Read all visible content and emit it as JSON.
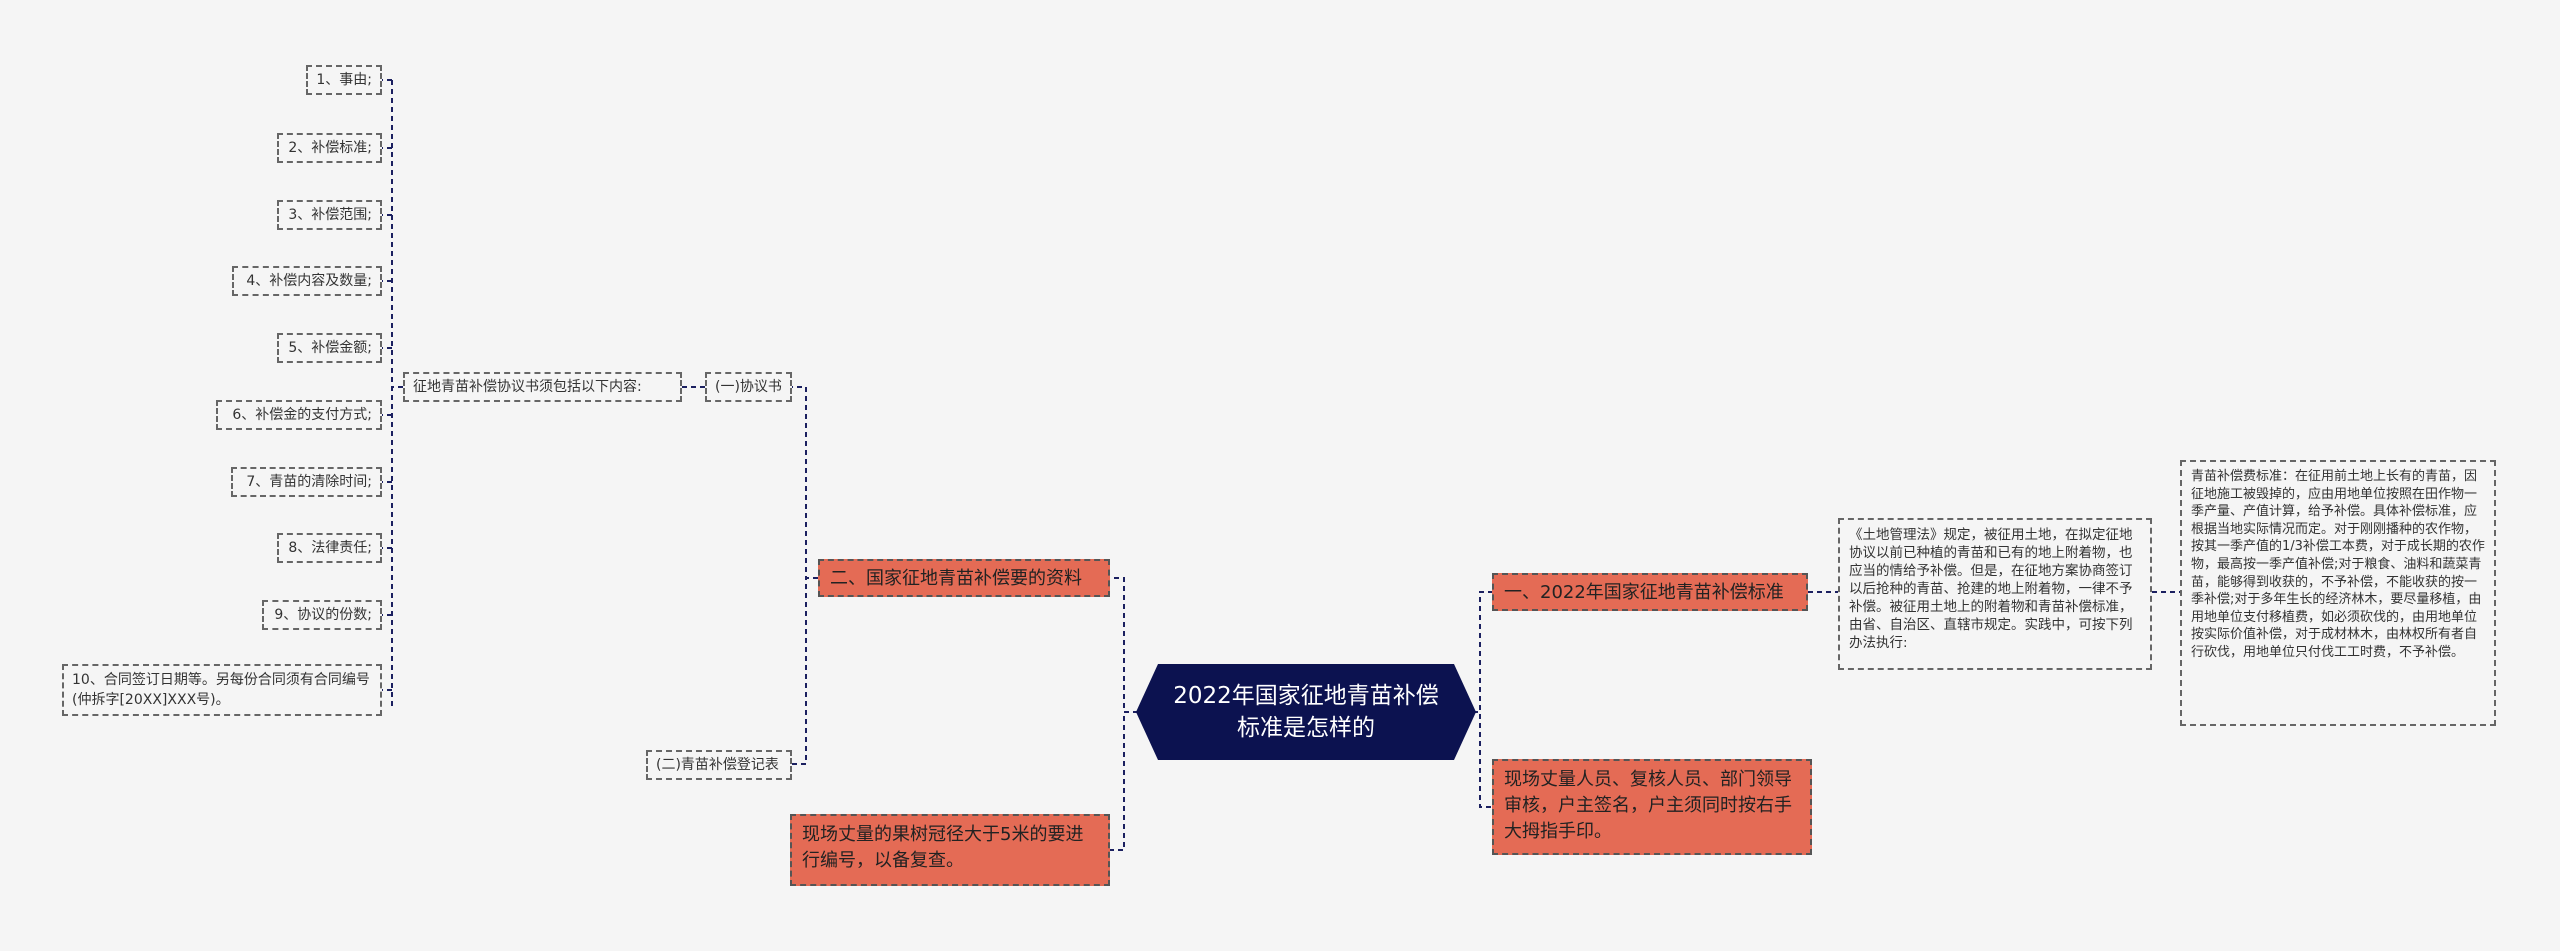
{
  "root": {
    "title": "2022年国家征地青苗补偿标准是怎样的"
  },
  "right": {
    "branch1": {
      "label": "一、2022年国家征地青苗补偿标准",
      "detail": "《土地管理法》规定，被征用土地，在拟定征地协议以前已种植的青苗和已有的地上附着物，也应当的情给予补偿。但是，在征地方案协商签订以后抢种的青苗、抢建的地上附着物，一律不予补偿。被征用土地上的附着物和青苗补偿标准，由省、自治区、直辖市规定。实践中，可按下列办法执行:",
      "standard": "青苗补偿费标准：在征用前土地上长有的青苗，因征地施工被毁掉的，应由用地单位按照在田作物一季产量、产值计算，给予补偿。具体补偿标准，应根据当地实际情况而定。对于刚刚播种的农作物，按其一季产值的1/3补偿工本费，对于成长期的农作物，最高按一季产值补偿;对于粮食、油料和蔬菜青苗，能够得到收获的，不予补偿，不能收获的按一季补偿;对于多年生长的经济林木，要尽量移植，由用地单位支付移植费，如必须砍伐的，由用地单位按实际价值补偿，对于成材林木，由林权所有者自行砍伐，用地单位只付伐工工时费，不予补偿。"
    },
    "branch2": {
      "label": "现场丈量人员、复核人员、部门领导审核，户主签名，户主须同时按右手大拇指手印。"
    }
  },
  "left": {
    "branch1": {
      "label": "二、国家征地青苗补偿要的资料",
      "agreement": {
        "label": "(一)协议书",
        "content_label": "征地青苗补偿协议书须包括以下内容:",
        "items": [
          "1、事由;",
          "2、补偿标准;",
          "3、补偿范围;",
          "4、补偿内容及数量;",
          "5、补偿金额;",
          "6、补偿金的支付方式;",
          "7、青苗的清除时间;",
          "8、法律责任;",
          "9、协议的份数;",
          "10、合同签订日期等。另每份合同须有合同编号(仲拆字[20XX]XXX号)。"
        ]
      },
      "register": {
        "label": "(二)青苗补偿登记表"
      }
    },
    "branch2": {
      "label": "现场丈量的果树冠径大于5米的要进行编号，以备复查。"
    }
  },
  "colors": {
    "root_bg": "#0c1250",
    "branch_bg": "#e46b55",
    "line": "#1b2060",
    "background": "#f5f5f5"
  }
}
